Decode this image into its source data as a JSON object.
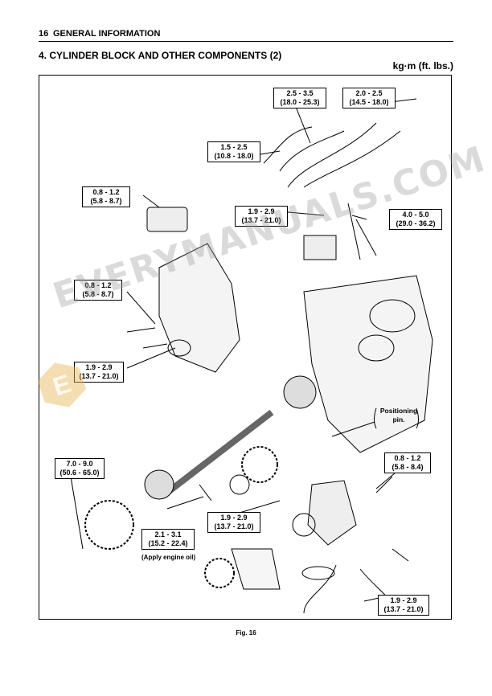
{
  "header": {
    "page_number": "16",
    "title": "GENERAL INFORMATION"
  },
  "section_title": "4. CYLINDER BLOCK AND OTHER COMPONENTS (2)",
  "units": "kg·m (ft. lbs.)",
  "torque_specs": [
    {
      "id": "t1",
      "metric": "2.5 - 3.5",
      "imperial": "(18.0 - 25.3)"
    },
    {
      "id": "t2",
      "metric": "2.0 - 2.5",
      "imperial": "(14.5 - 18.0)"
    },
    {
      "id": "t3",
      "metric": "1.5 - 2.5",
      "imperial": "(10.8 - 18.0)"
    },
    {
      "id": "t4",
      "metric": "0.8 - 1.2",
      "imperial": "(5.8 - 8.7)"
    },
    {
      "id": "t5",
      "metric": "1.9 - 2.9",
      "imperial": "(13.7 - 21.0)"
    },
    {
      "id": "t6",
      "metric": "4.0 - 5.0",
      "imperial": "(29.0 - 36.2)"
    },
    {
      "id": "t7",
      "metric": "0.8 - 1.2",
      "imperial": "(5.8 - 8.7)"
    },
    {
      "id": "t8",
      "metric": "1.9 - 2.9",
      "imperial": "(13.7 - 21.0)"
    },
    {
      "id": "t9",
      "metric": "7.0 - 9.0",
      "imperial": "(50.6 - 65.0)"
    },
    {
      "id": "t10",
      "metric": "0.8 - 1.2",
      "imperial": "(5.8 - 8.4)"
    },
    {
      "id": "t11",
      "metric": "1.9 - 2.9",
      "imperial": "(13.7 - 21.0)"
    },
    {
      "id": "t12",
      "metric": "2.1 - 3.1",
      "imperial": "(15.2 - 22.4)"
    },
    {
      "id": "t13",
      "metric": "1.9 - 2.9",
      "imperial": "(13.7 - 21.0)"
    }
  ],
  "notes": {
    "apply_oil": "(Apply engine oil)"
  },
  "positioning": {
    "line1": "Positioning",
    "line2": "pin."
  },
  "figure_caption": "Fig. 16",
  "watermark": {
    "text": "EVERYMANUALS.COM",
    "letter": "E"
  }
}
